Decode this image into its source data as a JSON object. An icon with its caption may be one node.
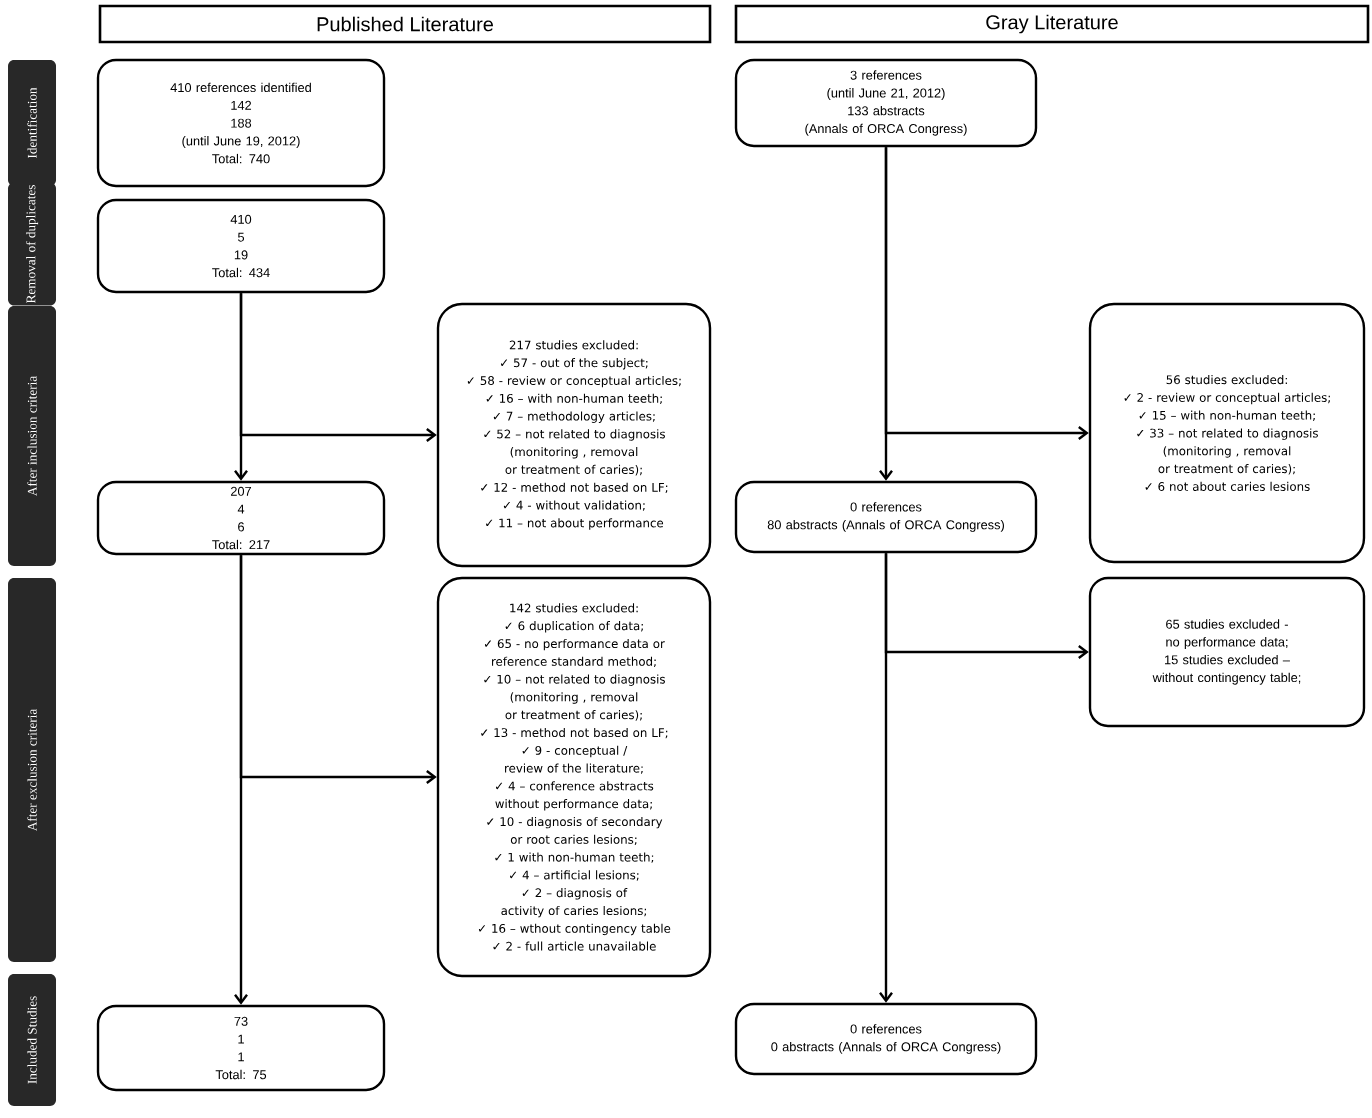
{
  "diagram": {
    "nodes": [
      {
        "text": [
          "Published Literature"
        ]
      },
      {
        "text": [
          "Gray Literature"
        ]
      },
      {
        "text": [
          "Identification"
        ]
      },
      {
        "text": [
          "Removal of duplicates"
        ]
      },
      {
        "text": [
          "After inclusion criteria"
        ]
      },
      {
        "text": [
          "After exclusion criteria"
        ]
      },
      {
        "text": [
          "Included Studies"
        ]
      },
      {
        "text": [
          "410 references identified",
          "142",
          "188",
          "(until June 19, 2012)",
          "Total: 740"
        ]
      },
      {
        "text": [
          "3 references",
          "(until June 21, 2012)",
          "133 abstracts",
          "(Annals of ORCA Congress)"
        ]
      },
      {
        "text": [
          "410",
          "5",
          "19",
          "Total: 434"
        ]
      },
      {
        "text": [
          "217 studies excluded:",
          "✓ 57 - out of the subject;",
          "✓ 58 - review or conceptual articles;",
          "✓ 16 – with non-human teeth;",
          "✓ 7 – methodology articles;",
          "✓ 52 – not related to diagnosis (monitoring , removal or treatment of caries);",
          "✓ 12 - method not based on LF;",
          "✓ 4 - without validation;",
          "✓ 11 – not about performance"
        ]
      },
      {
        "text": [
          "56 studies excluded:",
          "✓ 2 - review or conceptual articles;",
          "✓ 15 – with non-human teeth;",
          "✓ 33 – not related to diagnosis (monitoring , removal or treatment of caries);",
          "✓ 6 not about caries lesions"
        ]
      },
      {
        "text": [
          "207",
          "4",
          "6",
          "Total: 217"
        ]
      },
      {
        "text": [
          "0 references",
          "80 abstracts (Annals of ORCA Congress)"
        ]
      },
      {
        "text": [
          "142 studies excluded:",
          "✓ 6 duplication of data;",
          "✓ 65 - no performance data or reference standard method;",
          "✓ 10 – not related to diagnosis (monitoring , removal or treatment of caries);",
          "✓ 13 - method not based on LF;",
          "✓ 9 - conceptual / review of the literature;",
          "✓ 4 – conference abstracts without performance data;",
          "✓ 10 - diagnosis of secondary or root caries lesions;",
          "✓ 1 with non-human teeth;",
          "✓ 4 – artificial lesions;",
          "✓ 2 – diagnosis of activity of caries lesions;",
          "✓ 16 – wthout contingency table",
          "✓ 2 - full article unavailable"
        ]
      },
      {
        "text": [
          "65 studies excluded - no performance data;",
          "15 studies excluded – without contingency table;"
        ]
      },
      {
        "text": [
          "73",
          "1",
          "1",
          "Total: 75"
        ]
      },
      {
        "text": [
          "0 references",
          "0 abstracts (Annals of ORCA Congress)"
        ]
      }
    ],
    "edges": [
      {
        "from": 9,
        "to": 12,
        "arrow": "to"
      },
      {
        "from": 9,
        "to": 10,
        "arrow": "to"
      },
      {
        "from": 8,
        "to": 13,
        "arrow": "to"
      },
      {
        "from": 8,
        "to": 11,
        "arrow": "to"
      },
      {
        "from": 12,
        "to": 16,
        "arrow": "to"
      },
      {
        "from": 12,
        "to": 14,
        "arrow": "to"
      },
      {
        "from": 13,
        "to": 17,
        "arrow": "to"
      },
      {
        "from": 13,
        "to": 15,
        "arrow": "to"
      }
    ]
  }
}
